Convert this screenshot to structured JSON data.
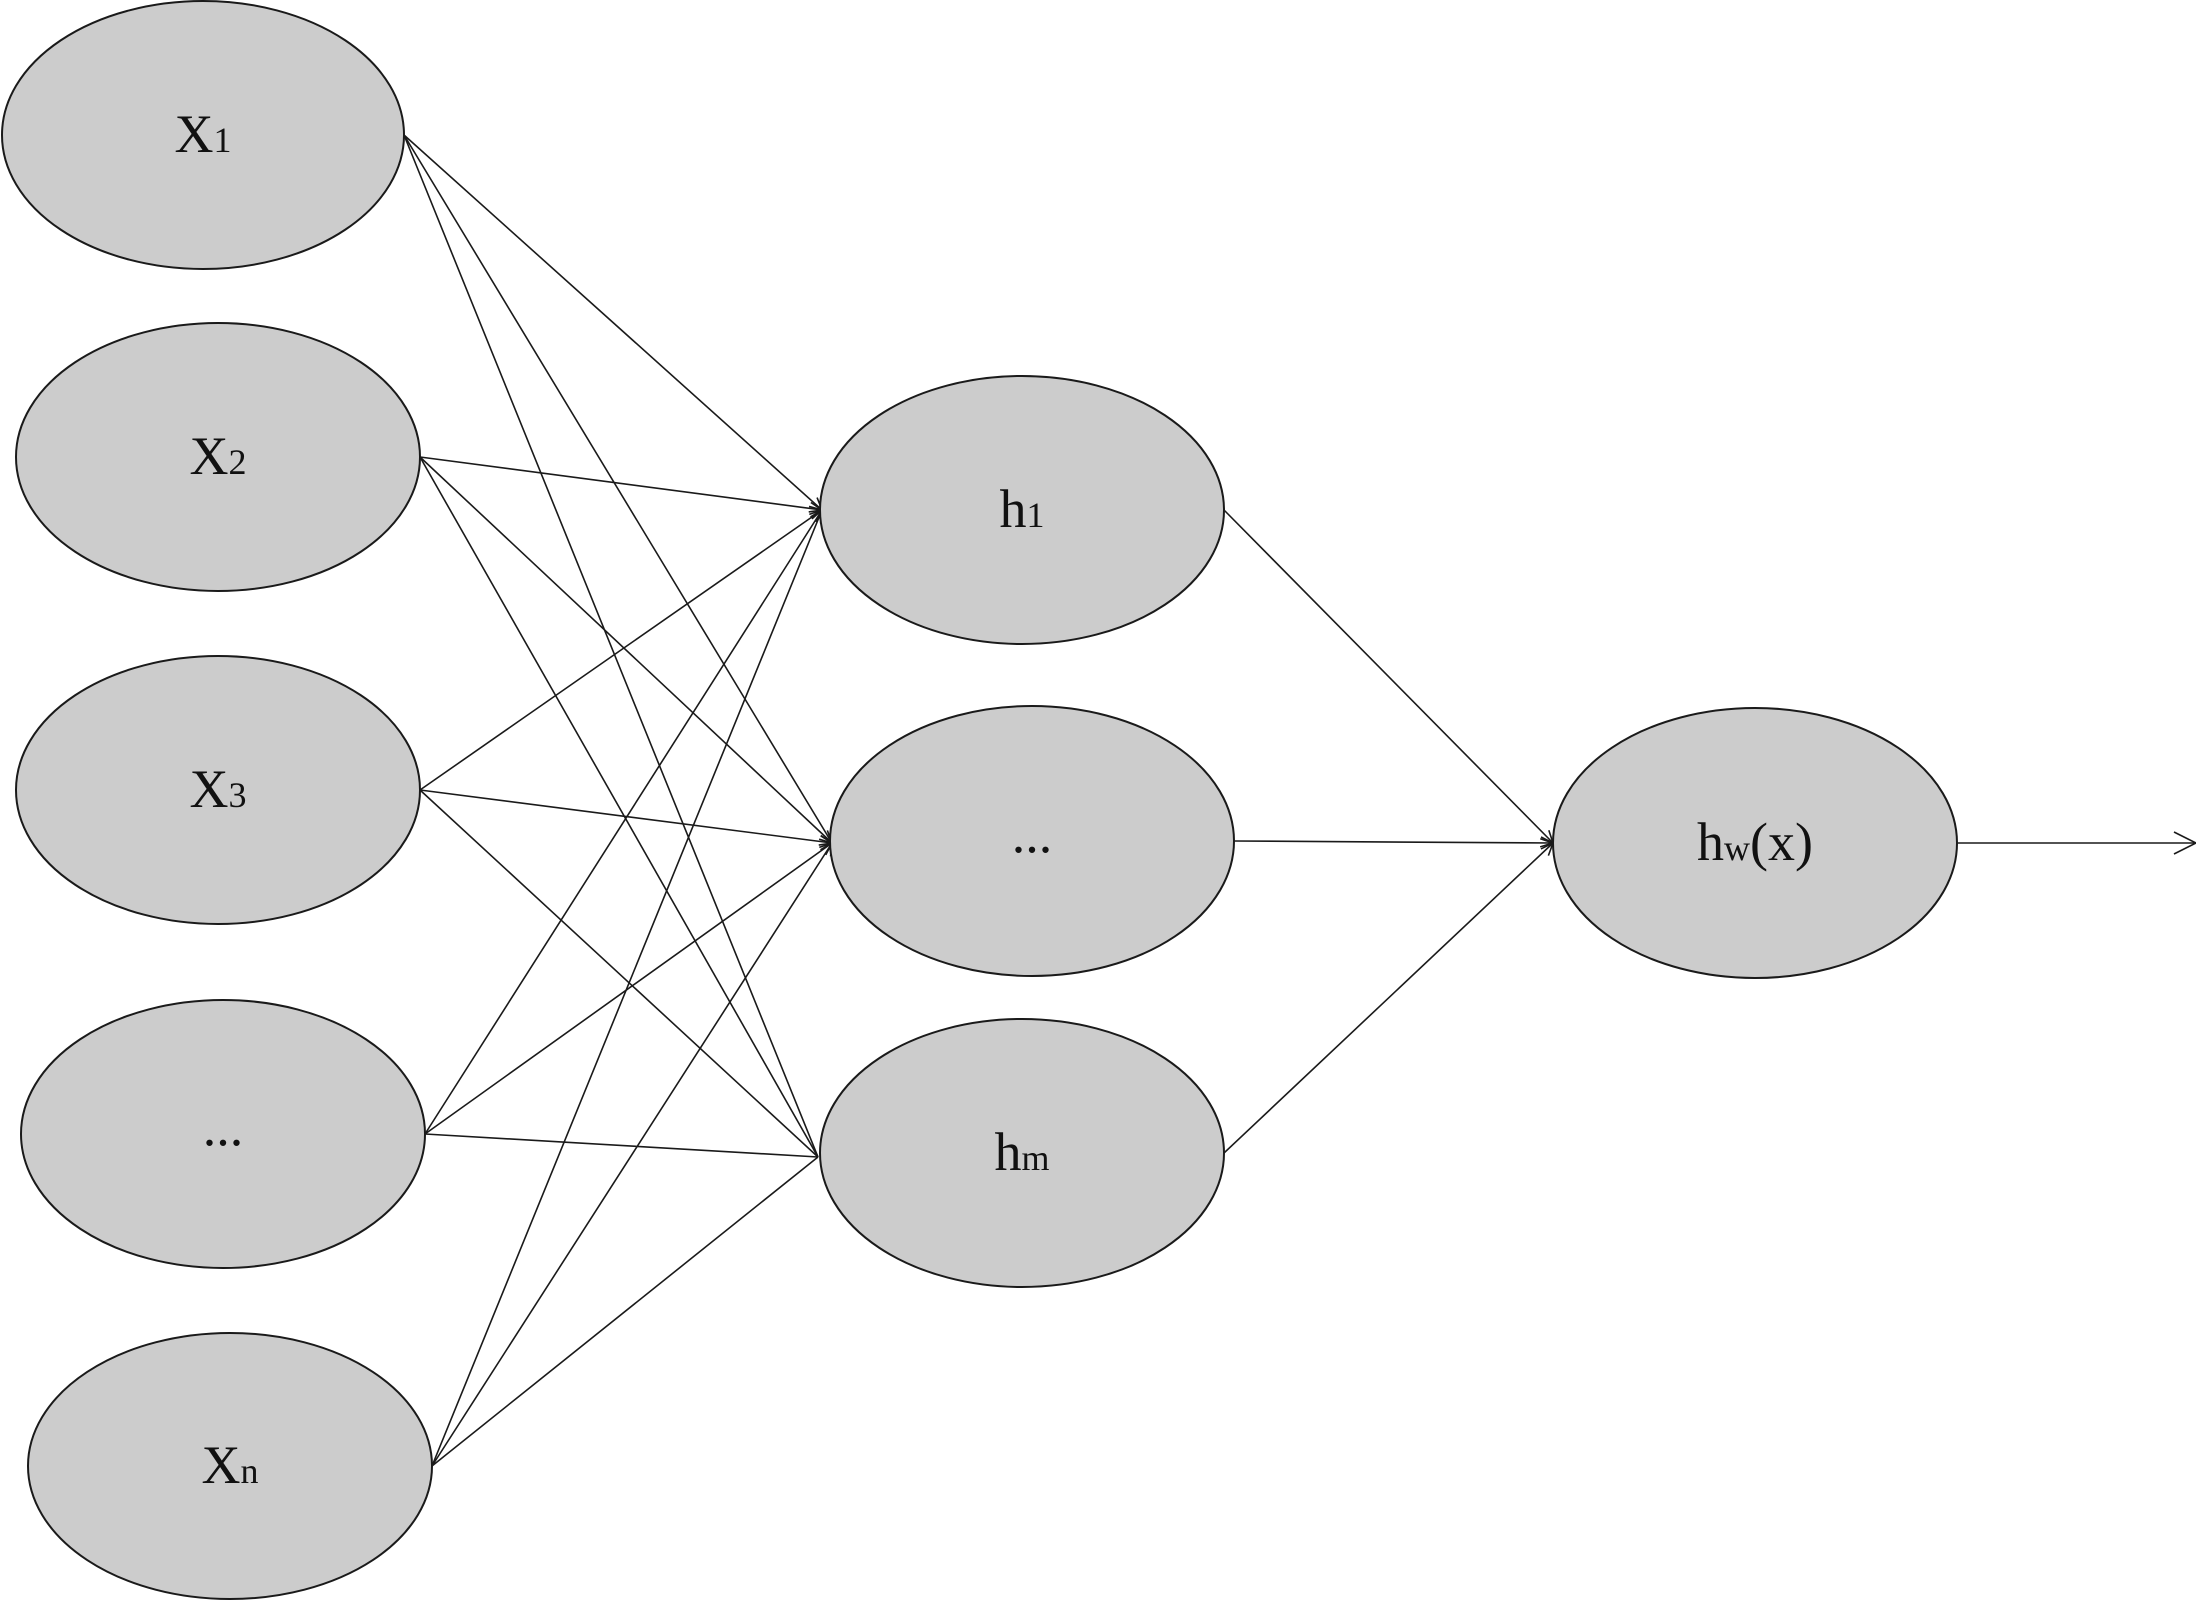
{
  "diagram": {
    "input_layer": [
      {
        "main": "X",
        "sub": "1"
      },
      {
        "main": "X",
        "sub": "2"
      },
      {
        "main": "X",
        "sub": "3"
      },
      {
        "main": "...",
        "sub": ""
      },
      {
        "main": "X",
        "sub": "n"
      }
    ],
    "hidden_layer": [
      {
        "main": "h",
        "sub": "1"
      },
      {
        "main": "...",
        "sub": ""
      },
      {
        "main": "h",
        "sub": "m"
      }
    ],
    "output_node": {
      "main": "h",
      "sub": "w",
      "suffix": "(x)"
    },
    "colors": {
      "node_fill": "#cccccc",
      "stroke": "#1a1a1a",
      "text": "#111111"
    }
  }
}
